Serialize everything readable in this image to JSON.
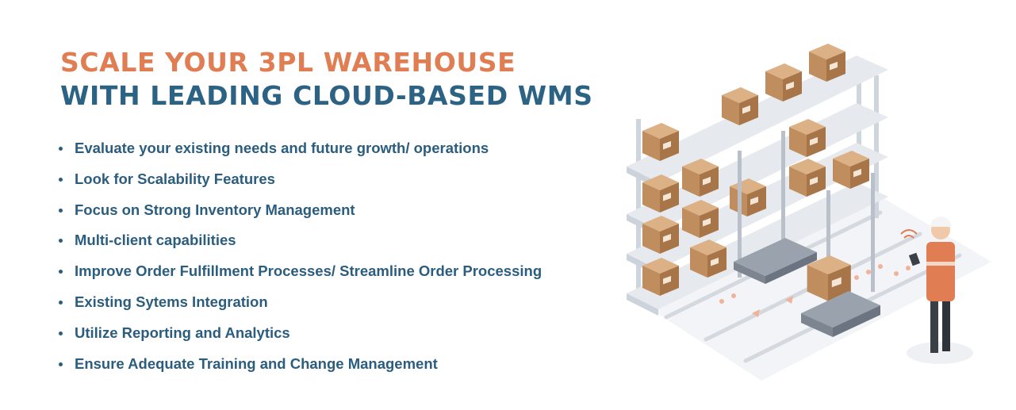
{
  "headline": {
    "line1": "SCALE YOUR 3PL WAREHOUSE",
    "line2": "WITH LEADING CLOUD-BASED WMS"
  },
  "bullets": [
    "Evaluate your existing needs and future  growth/ operations",
    "Look for Scalability Features",
    "Focus on  Strong Inventory Management",
    "Multi-client capabilities",
    "Improve Order Fulfillment Processes/ Streamline Order  Processing",
    "Existing Sytems  Integration",
    "Utilize Reporting and  Analytics",
    "Ensure Adequate Training  and Change Management"
  ],
  "colors": {
    "headline_orange": "#e07d52",
    "headline_blue": "#2c6283",
    "bullet_text": "#2b5d7f",
    "box": "#c99a6c",
    "shelf": "#e6e9ee",
    "vest": "#e07d52"
  },
  "illustration": {
    "icon": "warehouse-robot-illustration-icon"
  }
}
